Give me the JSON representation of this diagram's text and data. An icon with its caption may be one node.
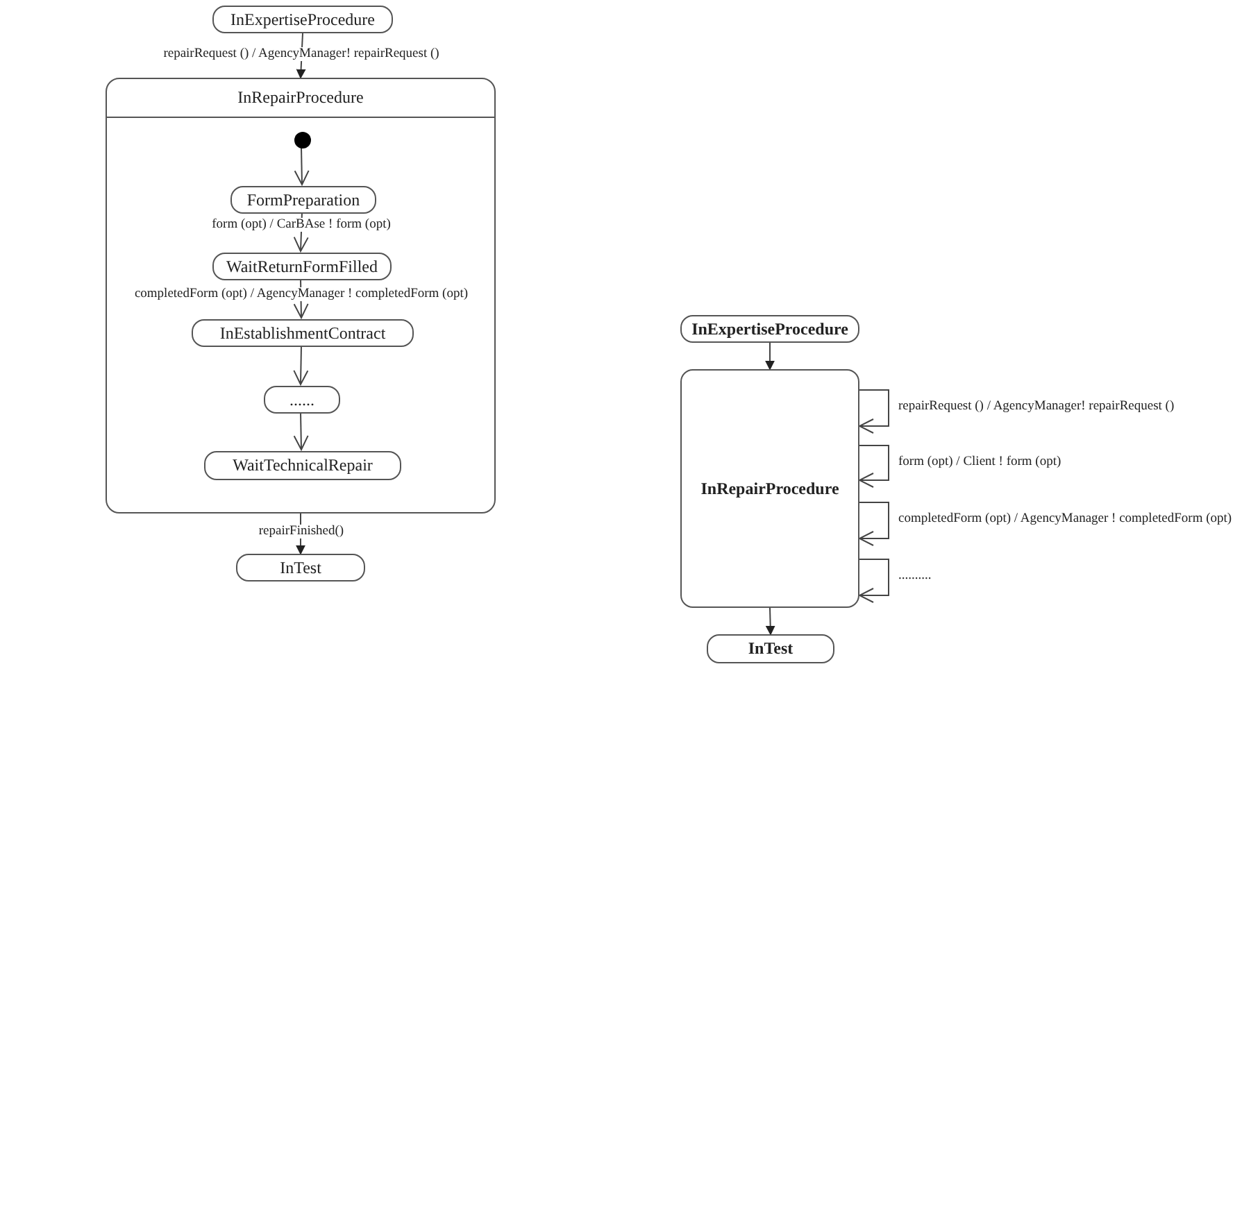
{
  "diagram": {
    "nodes": [
      {
        "text": [
          "InExpertiseProcedure"
        ]
      },
      {
        "text": [
          "InRepairProcedure"
        ]
      },
      {
        "text": [],
        "shape": "circle",
        "in": 1
      },
      {
        "text": [
          "FormPreparation"
        ],
        "in": 1
      },
      {
        "text": [
          "WaitReturnFormFilled"
        ],
        "in": 1
      },
      {
        "text": [
          "InEstablishmentContract"
        ],
        "in": 1
      },
      {
        "text": [
          "......"
        ],
        "in": 1
      },
      {
        "text": [
          "WaitTechnicalRepair"
        ],
        "in": 1
      },
      {
        "text": [
          "InTest"
        ]
      },
      {
        "text": [
          "InExpertiseProcedure"
        ]
      },
      {
        "text": [
          "InRepairProcedure"
        ]
      },
      {
        "text": [
          "InTest"
        ]
      }
    ],
    "edges": [
      {
        "from": 0,
        "to": 1,
        "arrow": "to",
        "label": "repairRequest () / AgencyManager! repairRequest ()"
      },
      {
        "from": 2,
        "to": 3,
        "arrow": "to"
      },
      {
        "from": 3,
        "to": 4,
        "arrow": "to",
        "label": "form (opt) / CarBAse ! form (opt)"
      },
      {
        "from": 4,
        "to": 5,
        "arrow": "to",
        "label": "completedForm (opt) / AgencyManager ! completedForm (opt)"
      },
      {
        "from": 5,
        "to": 6,
        "arrow": "to"
      },
      {
        "from": 6,
        "to": 7,
        "arrow": "to"
      },
      {
        "from": 1,
        "to": 8,
        "arrow": "to",
        "label": "repairFinished()"
      },
      {
        "from": 9,
        "to": 10,
        "arrow": "to"
      },
      {
        "from": 10,
        "to": 10,
        "arrow": "to",
        "label": "repairRequest () / AgencyManager! repairRequest ()"
      },
      {
        "from": 10,
        "to": 10,
        "arrow": "to",
        "label": "form (opt) / Client ! form (opt)"
      },
      {
        "from": 10,
        "to": 10,
        "arrow": "to",
        "label": "completedForm (opt) / AgencyManager ! completedForm (opt)"
      },
      {
        "from": 10,
        "to": 10,
        "arrow": "to",
        "label": ".........."
      },
      {
        "from": 10,
        "to": 11,
        "arrow": "to"
      }
    ]
  }
}
